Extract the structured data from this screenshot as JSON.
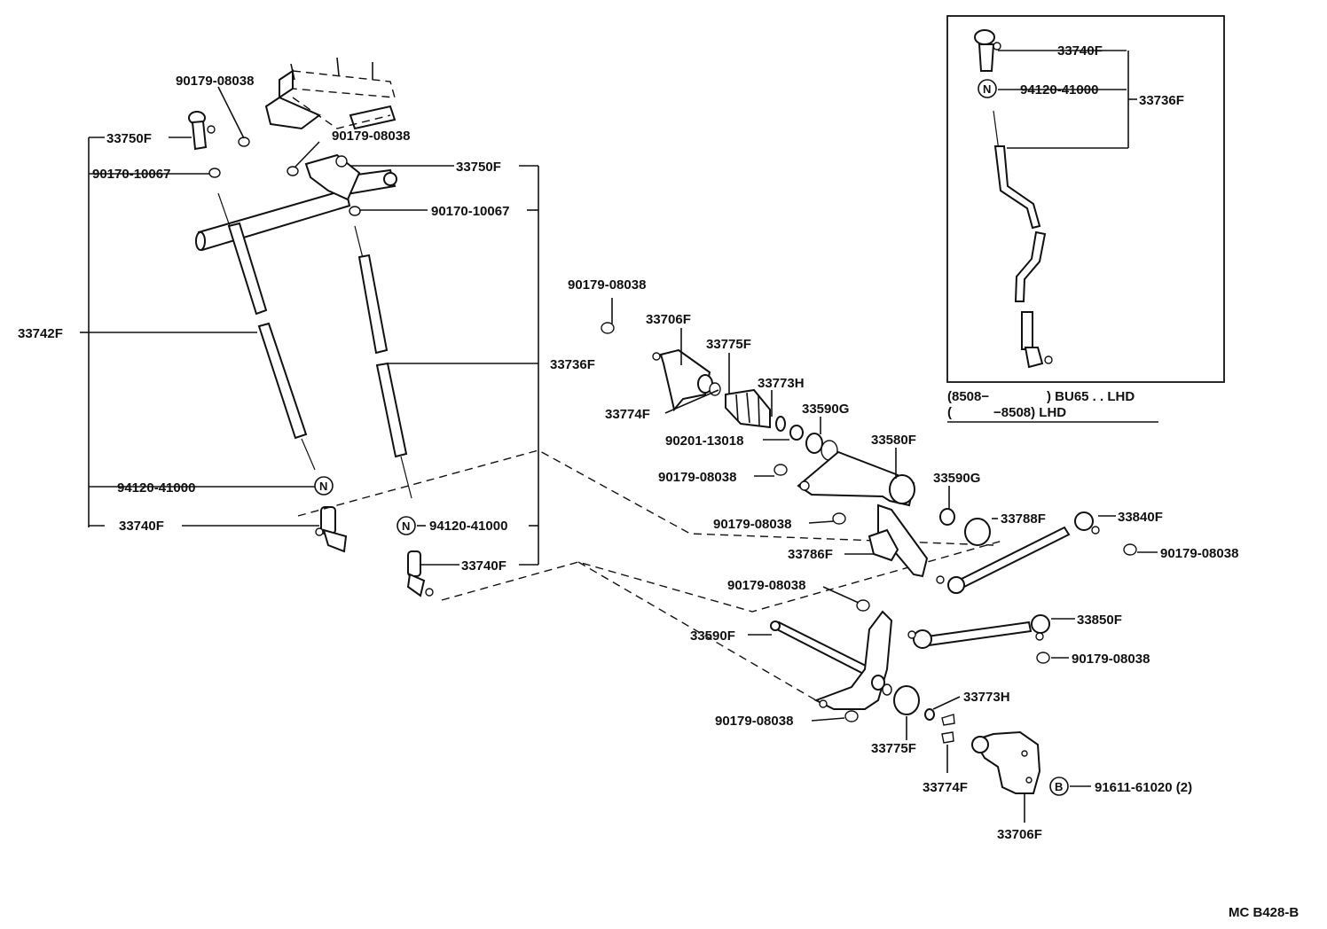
{
  "labels": {
    "p90179_top": "90179-08038",
    "p33750F_left": "33750F",
    "p90170_left": "90170-10067",
    "p90179_mid": "90179-08038",
    "p33750F_right": "33750F",
    "p90170_right": "90170-10067",
    "p33742F": "33742F",
    "p33736F": "33736F",
    "p94120_left": "94120-41000",
    "p33740F_left": "33740F",
    "p94120_right": "94120-41000",
    "p33740F_right": "33740F",
    "p90179_upper_center": "90179-08038",
    "p33706F_upper": "33706F",
    "p33775F_upper": "33775F",
    "p33773H_upper": "33773H",
    "p33774F_upper": "33774F",
    "p33590G_a": "33590G",
    "p90201": "90201-13018",
    "p33580F": "33580F",
    "p90179_c1": "90179-08038",
    "p33590G_b": "33590G",
    "p90179_c2": "90179-08038",
    "p33788F": "33788F",
    "p33840F": "33840F",
    "p33786F": "33786F",
    "p90179_r1": "90179-08038",
    "p90179_c3": "90179-08038",
    "p33850F": "33850F",
    "p33590F": "33590F",
    "p90179_r2": "90179-08038",
    "p33773H_lower": "33773H",
    "p90179_c4": "90179-08038",
    "p33775F_lower": "33775F",
    "p33774F_lower": "33774F",
    "p91611": "91611-61020 (2)",
    "p33706F_lower": "33706F"
  },
  "inset": {
    "p33740F": "33740F",
    "p94120": "94120-41000",
    "p33736F": "33736F",
    "note_line1_a": "(8508−",
    "note_line1_b": ") BU65 . . LHD",
    "note_line2_a": "(",
    "note_line2_b": "−8508) LHD"
  },
  "symbols": {
    "nut_marker": "N",
    "bolt_marker": "B"
  },
  "footer": {
    "code": "MC B428-B"
  }
}
